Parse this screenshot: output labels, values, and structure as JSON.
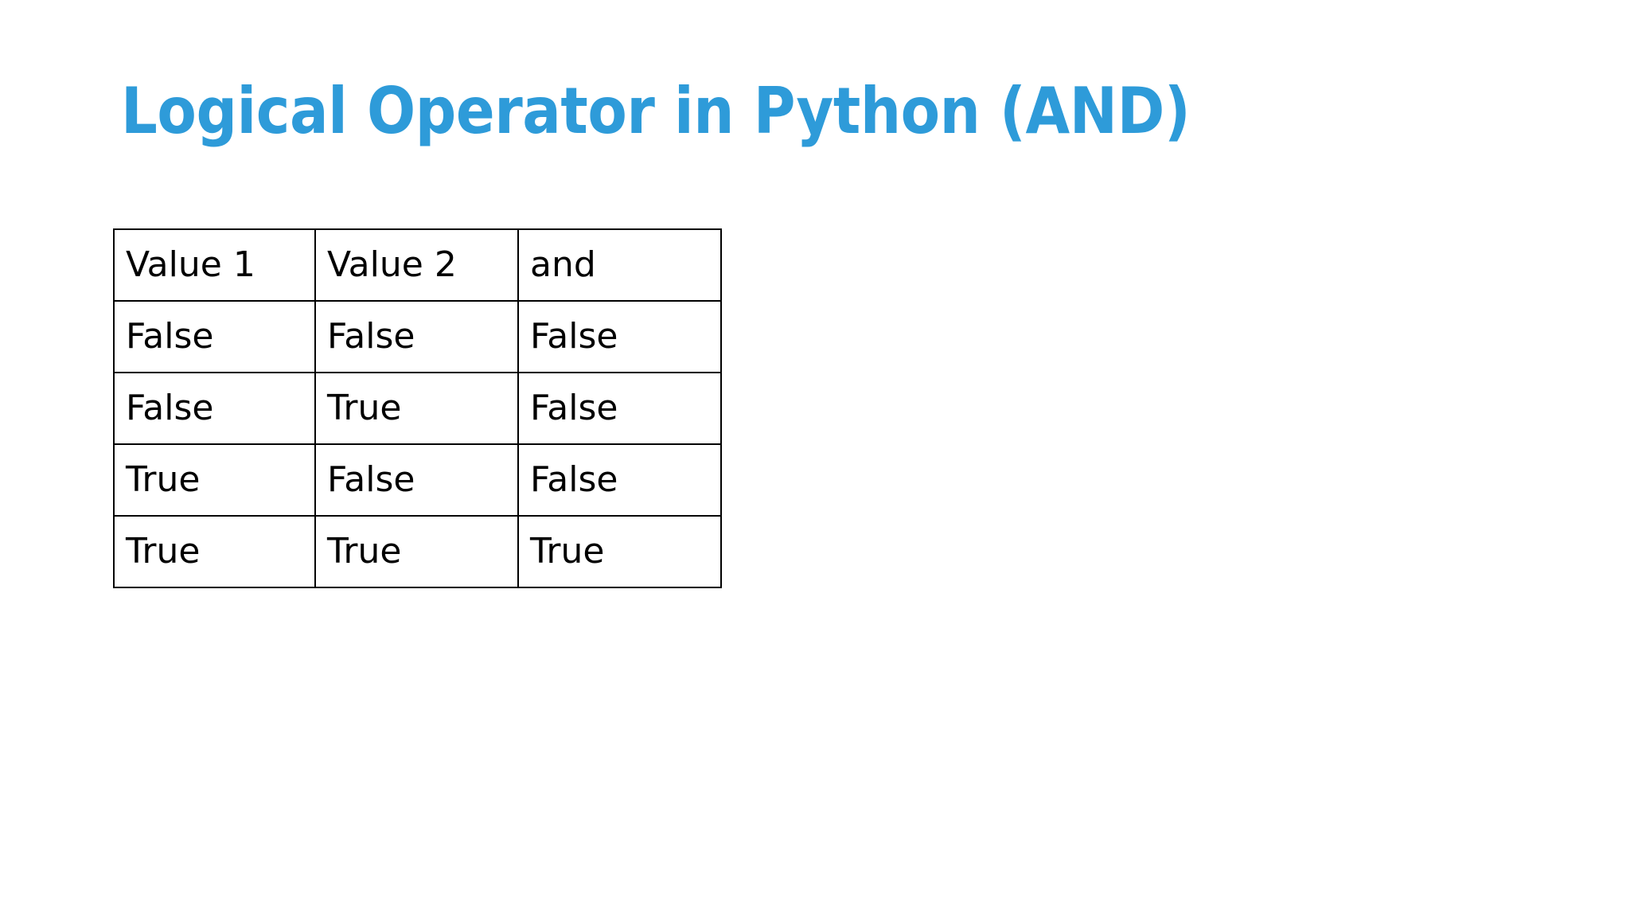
{
  "slide": {
    "title": "Logical Operator in Python (AND)",
    "title_color": "#2E9BD9",
    "background_color": "#FFFFFF"
  },
  "table": {
    "border_color": "#000000",
    "result_color": "#7030A0",
    "value_color": "#000000",
    "headers": [
      "Value 1",
      "Value 2",
      "and"
    ],
    "rows": [
      {
        "value1": "False",
        "value2": "False",
        "result": "False"
      },
      {
        "value1": "False",
        "value2": "True",
        "result": "False"
      },
      {
        "value1": "True",
        "value2": "False",
        "result": "False"
      },
      {
        "value1": "True",
        "value2": "True",
        "result": "True"
      }
    ]
  }
}
